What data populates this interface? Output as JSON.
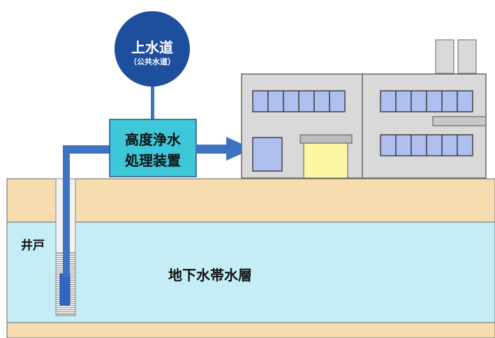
{
  "public_water": {
    "title": "上水道",
    "subtitle": "（公共水道）"
  },
  "treatment": {
    "line1": "高度浄水",
    "line2": "処理装置"
  },
  "well": {
    "label": "井戸"
  },
  "aquifer": {
    "label": "地下水帯水層"
  },
  "colors": {
    "soil": "#f7ddb0",
    "aquifer": "#c7eef6",
    "pipe": "#3d73c2",
    "circle": "#1d4f9e",
    "treatment_box": "#3ec7d8",
    "factory": "#d9d9d9",
    "window": "#aebff0",
    "door": "#fbf7a3"
  },
  "icons": [
    "public-water-circle",
    "treatment-box",
    "factory-building",
    "well-pipe",
    "flow-arrow"
  ]
}
